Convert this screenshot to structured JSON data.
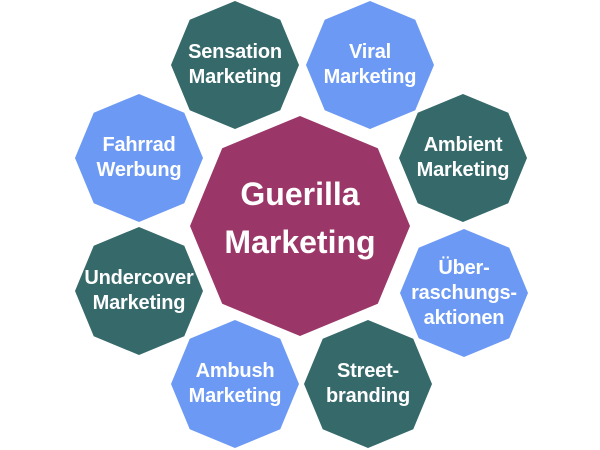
{
  "background_color": "#FFFFFF",
  "text_color": "#FFFFFF",
  "palette": {
    "center_magenta": "#9B3768",
    "teal": "#35696A",
    "blue": "#6C99F3"
  },
  "center_node": {
    "color": "#9B3768",
    "lines": [
      "Guerilla",
      "Marketing"
    ]
  },
  "satellites": [
    {
      "name": "sensation-marketing",
      "color": "#35696A",
      "lines": [
        "Sensation",
        "Marketing"
      ]
    },
    {
      "name": "viral-marketing",
      "color": "#6C99F3",
      "lines": [
        "Viral",
        "Marketing"
      ]
    },
    {
      "name": "ambient-marketing",
      "color": "#35696A",
      "lines": [
        "Ambient",
        "Marketing"
      ]
    },
    {
      "name": "ueberraschungsaktionen",
      "color": "#6C99F3",
      "lines": [
        "Über-",
        "raschungs-",
        "aktionen"
      ]
    },
    {
      "name": "street-branding",
      "color": "#35696A",
      "lines": [
        "Street-",
        "branding"
      ]
    },
    {
      "name": "ambush-marketing",
      "color": "#6C99F3",
      "lines": [
        "Ambush",
        "Marketing"
      ]
    },
    {
      "name": "undercover-marketing",
      "color": "#35696A",
      "lines": [
        "Undercover",
        "Marketing"
      ]
    },
    {
      "name": "fahrrad-werbung",
      "color": "#6C99F3",
      "lines": [
        "Fahrrad",
        "Werbung"
      ]
    }
  ]
}
